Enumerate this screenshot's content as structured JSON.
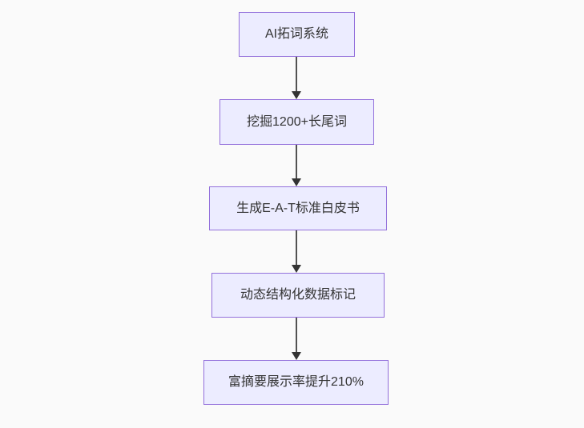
{
  "diagram": {
    "type": "flowchart",
    "direction": "top-down",
    "nodes": [
      {
        "id": "node-1",
        "label": "AI拓词系统"
      },
      {
        "id": "node-2",
        "label": "挖掘1200+长尾词"
      },
      {
        "id": "node-3",
        "label": "生成E-A-T标准白皮书"
      },
      {
        "id": "node-4",
        "label": "动态结构化数据标记"
      },
      {
        "id": "node-5",
        "label": "富摘要展示率提升210%"
      }
    ],
    "edges": [
      {
        "from": "node-1",
        "to": "node-2",
        "style": "arrow-down"
      },
      {
        "from": "node-2",
        "to": "node-3",
        "style": "arrow-down"
      },
      {
        "from": "node-3",
        "to": "node-4",
        "style": "arrow-down"
      },
      {
        "from": "node-4",
        "to": "node-5",
        "style": "arrow-down"
      }
    ],
    "colors": {
      "node_fill": "#ECECFF",
      "node_border": "#9370DB",
      "arrow": "#333333",
      "text": "#333333",
      "background": "#FAFAFA"
    }
  }
}
